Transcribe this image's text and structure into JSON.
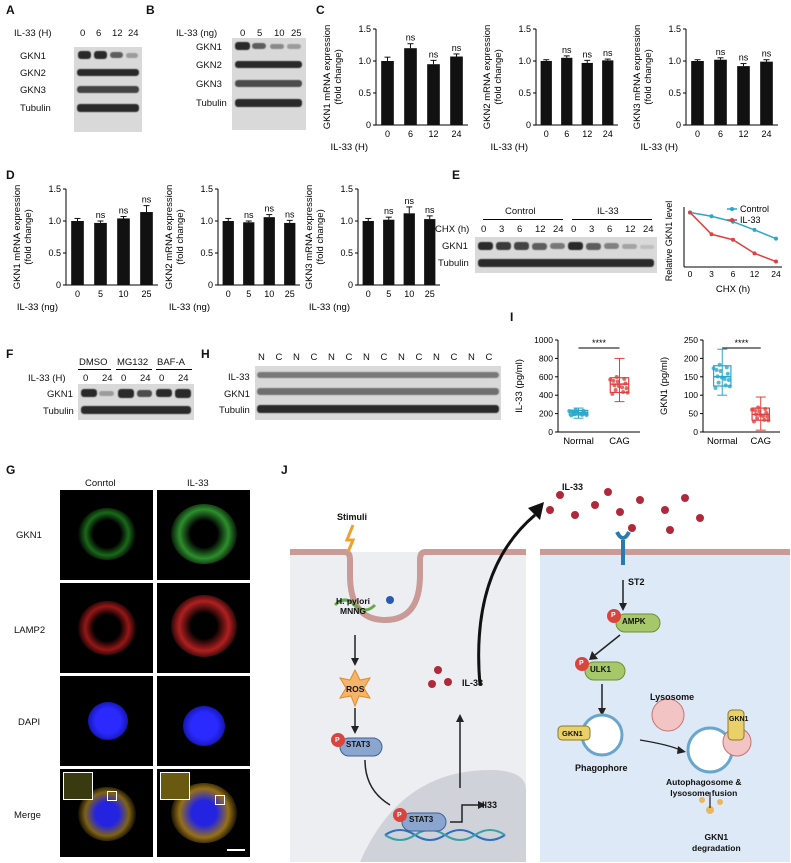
{
  "panels": {
    "A": {
      "label": "A",
      "treat_label": "IL-33 (H)",
      "doses": [
        "0",
        "6",
        "12",
        "24"
      ],
      "rows": [
        "GKN1",
        "GKN2",
        "GKN3",
        "Tubulin"
      ]
    },
    "B": {
      "label": "B",
      "treat_label": "IL-33 (ng)",
      "doses": [
        "0",
        "5",
        "10",
        "25"
      ],
      "rows": [
        "GKN1",
        "GKN2",
        "GKN3",
        "Tubulin"
      ]
    },
    "E": {
      "label": "E",
      "groups": [
        "Control",
        "IL-33"
      ],
      "treat_label": "CHX (h)",
      "doses": [
        "0",
        "3",
        "6",
        "12",
        "24",
        "0",
        "3",
        "6",
        "12",
        "24"
      ],
      "rows": [
        "GKN1",
        "Tubulin"
      ]
    },
    "F": {
      "label": "F",
      "groups": [
        "DMSO",
        "MG132",
        "BAF-A"
      ],
      "treat_label": "IL-33 (H)",
      "doses": [
        "0",
        "24",
        "0",
        "24",
        "0",
        "24"
      ],
      "rows": [
        "GKN1",
        "Tubulin"
      ]
    },
    "H": {
      "label": "H",
      "lanes": [
        "N",
        "C",
        "N",
        "C",
        "N",
        "C",
        "N",
        "C",
        "N",
        "C",
        "N",
        "C",
        "N",
        "C"
      ],
      "rows": [
        "IL-33",
        "GKN1",
        "Tubulin"
      ]
    },
    "G": {
      "label": "G",
      "cols": [
        "Conrtol",
        "IL-33"
      ],
      "rows": [
        "GKN1",
        "LAMP2",
        "DAPI",
        "Merge"
      ]
    },
    "I": {
      "label": "I"
    },
    "J": {
      "label": "J"
    },
    "C": {
      "label": "C"
    },
    "D": {
      "label": "D"
    }
  },
  "diagram": {
    "stimuli": "Stimuli",
    "pathogen": "H. pylori\nMNNG",
    "ros": "ROS",
    "stat3": "STAT3",
    "stat3_nuc": "STAT3",
    "il33_gene": "Il33",
    "il33_out": "IL-33",
    "il33_top": "IL-33",
    "st2": "ST2",
    "ampk": "AMPK",
    "ulk1": "ULK1",
    "lysosome": "Lysosome",
    "gkn1a": "GKN1",
    "gkn1b": "GKN1",
    "phagophore": "Phagophore",
    "auto_fusion": "Autophagosome &\nlysosome fusion",
    "degradation": "GKN1\ndegradation",
    "p": "P"
  },
  "chart_data": [
    {
      "type": "bar",
      "id": "C1",
      "categories": [
        "0",
        "6",
        "12",
        "24"
      ],
      "values": [
        1.0,
        1.2,
        0.95,
        1.07
      ],
      "errors": [
        0.06,
        0.07,
        0.06,
        0.04
      ],
      "sig": [
        "",
        "ns",
        "ns",
        "ns"
      ],
      "ylabel": "GKN1 mRNA expression\n(fold change)",
      "xlabel": "IL-33 (H)",
      "ylim": [
        0,
        1.5
      ],
      "yticks": [
        "0",
        "0.5",
        "1.0",
        "1.5"
      ]
    },
    {
      "type": "bar",
      "id": "C2",
      "categories": [
        "0",
        "6",
        "12",
        "24"
      ],
      "values": [
        1.0,
        1.05,
        0.97,
        1.01
      ],
      "errors": [
        0.02,
        0.03,
        0.04,
        0.02
      ],
      "sig": [
        "",
        "ns",
        "ns",
        "ns"
      ],
      "ylabel": "GKN2 mRNA expression\n(fold change)",
      "xlabel": "IL-33 (H)",
      "ylim": [
        0,
        1.5
      ],
      "yticks": [
        "0",
        "0.5",
        "1.0",
        "1.5"
      ]
    },
    {
      "type": "bar",
      "id": "C3",
      "categories": [
        "0",
        "6",
        "12",
        "24"
      ],
      "values": [
        1.0,
        1.02,
        0.92,
        0.99
      ],
      "errors": [
        0.02,
        0.03,
        0.04,
        0.03
      ],
      "sig": [
        "",
        "ns",
        "ns",
        "ns"
      ],
      "ylabel": "GKN3 mRNA expression\n(fold change)",
      "xlabel": "IL-33 (H)",
      "ylim": [
        0,
        1.5
      ],
      "yticks": [
        "0",
        "0.5",
        "1.0",
        "1.5"
      ]
    },
    {
      "type": "bar",
      "id": "D1",
      "categories": [
        "0",
        "5",
        "10",
        "25"
      ],
      "values": [
        1.0,
        0.97,
        1.04,
        1.14
      ],
      "errors": [
        0.04,
        0.03,
        0.03,
        0.1
      ],
      "sig": [
        "",
        "ns",
        "ns",
        "ns"
      ],
      "ylabel": "GKN1 mRNA expression\n(fold change)",
      "xlabel": "IL-33 (ng)",
      "ylim": [
        0,
        1.5
      ],
      "yticks": [
        "0",
        "0.5",
        "1.0",
        "1.5"
      ]
    },
    {
      "type": "bar",
      "id": "D2",
      "categories": [
        "0",
        "5",
        "10",
        "25"
      ],
      "values": [
        1.0,
        0.98,
        1.06,
        0.97
      ],
      "errors": [
        0.04,
        0.02,
        0.04,
        0.04
      ],
      "sig": [
        "",
        "ns",
        "ns",
        "ns"
      ],
      "ylabel": "GKN2 mRNA expression\n(fold change)",
      "xlabel": "IL-33 (ng)",
      "ylim": [
        0,
        1.5
      ],
      "yticks": [
        "0",
        "0.5",
        "1.0",
        "1.5"
      ]
    },
    {
      "type": "bar",
      "id": "D3",
      "categories": [
        "0",
        "5",
        "10",
        "25"
      ],
      "values": [
        1.0,
        1.02,
        1.12,
        1.03
      ],
      "errors": [
        0.04,
        0.04,
        0.1,
        0.05
      ],
      "sig": [
        "",
        "ns",
        "ns",
        "ns"
      ],
      "ylabel": "GKN3 mRNA expression\n(fold change)",
      "xlabel": "IL-33 (ng)",
      "ylim": [
        0,
        1.5
      ],
      "yticks": [
        "0",
        "0.5",
        "1.0",
        "1.5"
      ]
    },
    {
      "type": "line",
      "id": "E_line",
      "x": [
        "0",
        "3",
        "6",
        "12",
        "24"
      ],
      "series": [
        {
          "name": "Control",
          "values": [
            1.0,
            0.93,
            0.83,
            0.68,
            0.52
          ],
          "color": "#2aa7c9"
        },
        {
          "name": "IL-33",
          "values": [
            1.0,
            0.6,
            0.5,
            0.25,
            0.1
          ],
          "color": "#e0403f"
        }
      ],
      "ylabel": "Relative GKN1 level",
      "xlabel": "CHX (h)",
      "ylim": [
        0,
        1.1
      ],
      "legend": "top-right"
    },
    {
      "type": "box",
      "id": "I1",
      "categories": [
        "Normal",
        "CAG"
      ],
      "ylabel": "IL-33 (pg/ml)",
      "ylim": [
        0,
        1000
      ],
      "yticks": [
        "0",
        "200",
        "400",
        "600",
        "800",
        "1000"
      ],
      "sig": "****",
      "colors": [
        "#2aa7c9",
        "#e0403f"
      ],
      "boxes": [
        {
          "min": 150,
          "q1": 185,
          "median": 210,
          "q3": 235,
          "max": 260
        },
        {
          "min": 330,
          "q1": 430,
          "median": 520,
          "q3": 590,
          "max": 800
        }
      ]
    },
    {
      "type": "box",
      "id": "I2",
      "categories": [
        "Normal",
        "CAG"
      ],
      "ylabel": "GKN1 (pg/ml)",
      "ylim": [
        0,
        250
      ],
      "yticks": [
        "0",
        "50",
        "100",
        "150",
        "200",
        "250"
      ],
      "sig": "****",
      "colors": [
        "#2aa7c9",
        "#e0403f"
      ],
      "boxes": [
        {
          "min": 100,
          "q1": 125,
          "median": 150,
          "q3": 180,
          "max": 225
        },
        {
          "min": 5,
          "q1": 32,
          "median": 48,
          "q3": 65,
          "max": 95
        }
      ]
    }
  ]
}
